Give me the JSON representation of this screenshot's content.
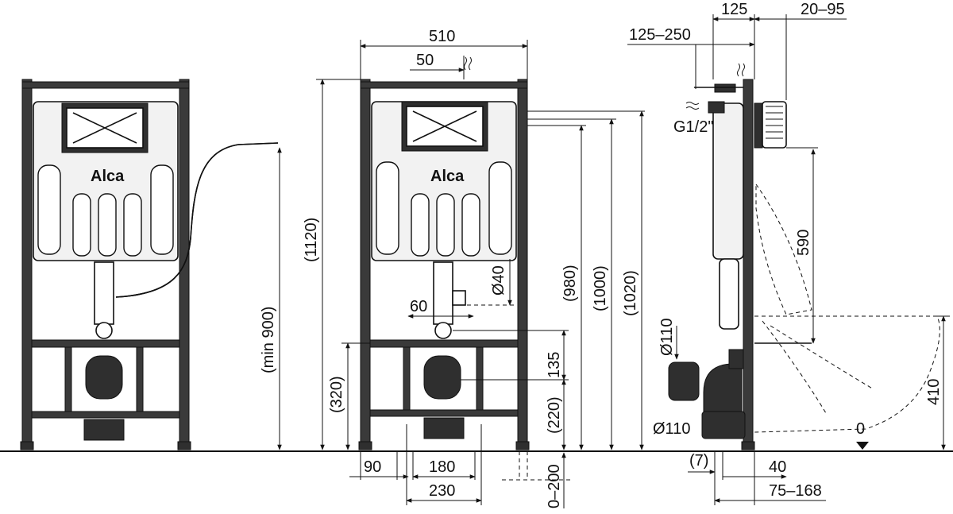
{
  "brand": {
    "logo": "Alca"
  },
  "front_view": {
    "dims": {
      "min_height": "(min 900)"
    }
  },
  "middle_view": {
    "dims": {
      "width": "510",
      "offset_50": "50",
      "total_height": "(1120)",
      "d40": "Ø40",
      "offset_60": "60",
      "h980": "(980)",
      "h1000": "(1000)",
      "h1020": "(1020)",
      "h135": "135",
      "h320": "(320)",
      "h220": "(220)",
      "w90": "90",
      "w180": "180",
      "w230": "230",
      "adj_0_200": "0–200"
    }
  },
  "side_view": {
    "dims": {
      "d125": "125",
      "d20_95": "20–95",
      "d125_250": "125–250",
      "g12": "G1/2\"",
      "d590": "590",
      "d110_top": "Ø110",
      "d110_bottom": "Ø110",
      "zero": "0",
      "h410": "410",
      "d7": "(7)",
      "d40": "40",
      "d75_168": "75–168"
    }
  },
  "colors": {
    "ink": "#111111",
    "frame_fill": "#3a3a3a",
    "tank_fill": "#f2f2f2"
  }
}
